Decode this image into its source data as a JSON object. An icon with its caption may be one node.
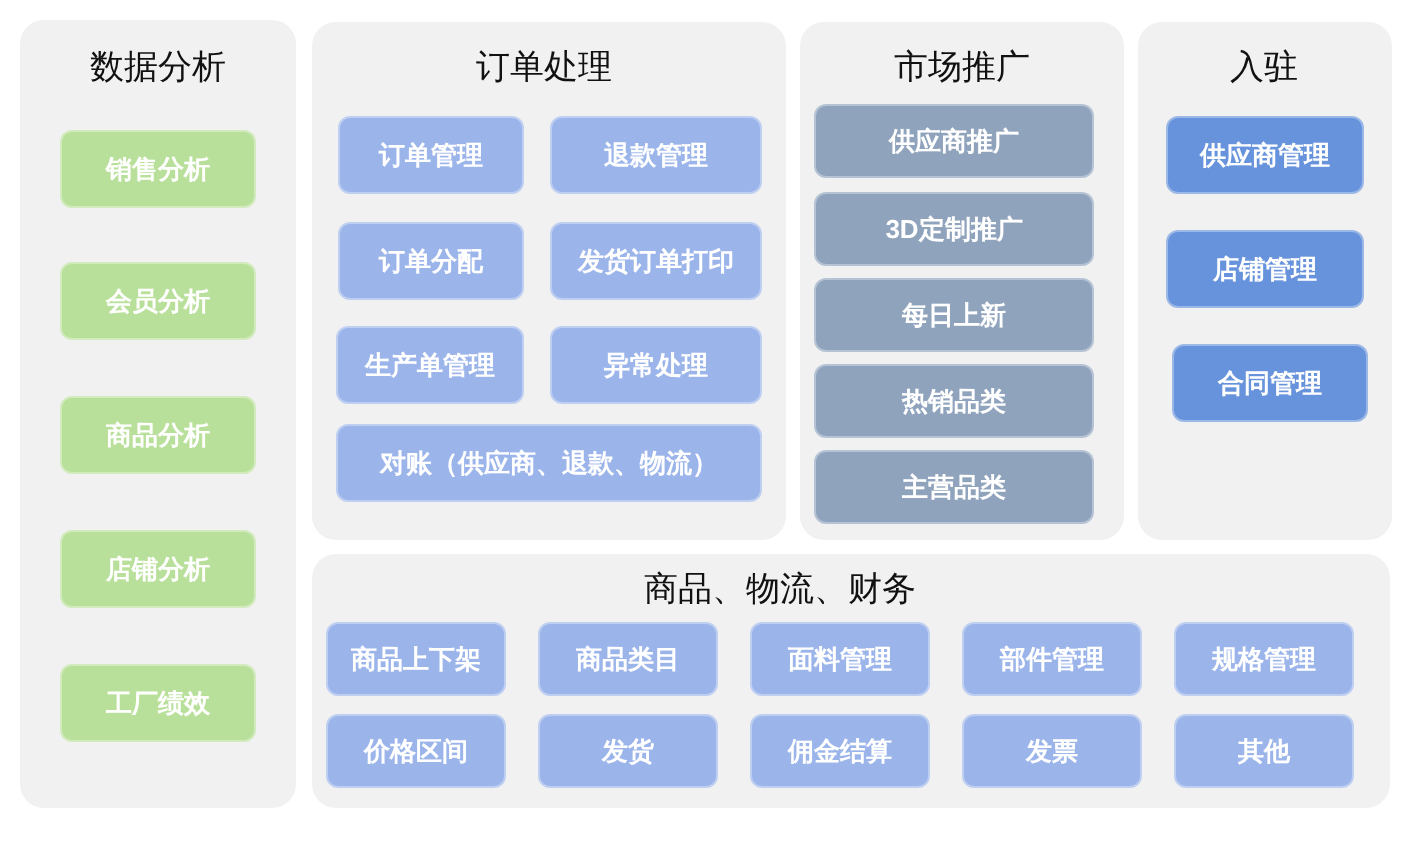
{
  "diagram": {
    "nodes": [
      {
        "text": [
          "数据分析"
        ]
      },
      {
        "text": [
          "销售分析"
        ],
        "in": 0
      },
      {
        "text": [
          "会员分析"
        ],
        "in": 0
      },
      {
        "text": [
          "商品分析"
        ],
        "in": 0
      },
      {
        "text": [
          "店铺分析"
        ],
        "in": 0
      },
      {
        "text": [
          "工厂绩效"
        ],
        "in": 0
      },
      {
        "text": [
          "订单处理"
        ]
      },
      {
        "text": [
          "订单管理"
        ],
        "in": 6
      },
      {
        "text": [
          "退款管理"
        ],
        "in": 6
      },
      {
        "text": [
          "订单分配"
        ],
        "in": 6
      },
      {
        "text": [
          "发货订单打印"
        ],
        "in": 6
      },
      {
        "text": [
          "生产单管理"
        ],
        "in": 6
      },
      {
        "text": [
          "异常处理"
        ],
        "in": 6
      },
      {
        "text": [
          "对账（供应商、退款、物流）"
        ],
        "in": 6
      },
      {
        "text": [
          "市场推广"
        ]
      },
      {
        "text": [
          "供应商推广"
        ],
        "in": 14
      },
      {
        "text": [
          "3D定制推广"
        ],
        "in": 14
      },
      {
        "text": [
          "每日上新"
        ],
        "in": 14
      },
      {
        "text": [
          "热销品类"
        ],
        "in": 14
      },
      {
        "text": [
          "主营品类"
        ],
        "in": 14
      },
      {
        "text": [
          "入驻"
        ]
      },
      {
        "text": [
          "供应商管理"
        ],
        "in": 20
      },
      {
        "text": [
          "店铺管理"
        ],
        "in": 20
      },
      {
        "text": [
          "合同管理"
        ],
        "in": 20
      },
      {
        "text": [
          "商品、物流、财务"
        ]
      },
      {
        "text": [
          "商品上下架"
        ],
        "in": 24
      },
      {
        "text": [
          "商品类目"
        ],
        "in": 24
      },
      {
        "text": [
          "面料管理"
        ],
        "in": 24
      },
      {
        "text": [
          "部件管理"
        ],
        "in": 24
      },
      {
        "text": [
          "规格管理"
        ],
        "in": 24
      },
      {
        "text": [
          "价格区间"
        ],
        "in": 24
      },
      {
        "text": [
          "发货"
        ],
        "in": 24
      },
      {
        "text": [
          "佣金结算"
        ],
        "in": 24
      },
      {
        "text": [
          "发票"
        ],
        "in": 24
      },
      {
        "text": [
          "其他"
        ],
        "in": 24
      }
    ]
  }
}
